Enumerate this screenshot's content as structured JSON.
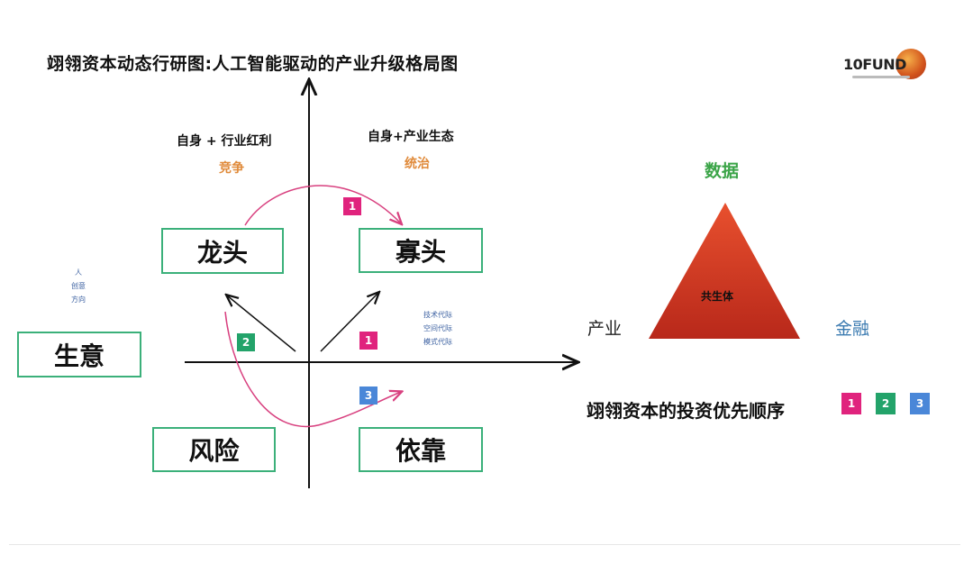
{
  "title": "翊翎资本动态行研图:人工智能驱动的产业升级格局图",
  "logo": {
    "text": "10FUND"
  },
  "quadrants": {
    "top_left": {
      "heading": "自身 + 行业红利",
      "sub": "竞争",
      "box": "龙头"
    },
    "top_right": {
      "heading": "自身+产业生态",
      "sub": "统治",
      "box": "寡头"
    },
    "bottom_left": {
      "box": "风险"
    },
    "bottom_right": {
      "box": "依靠"
    }
  },
  "left_box": "生意",
  "left_notes": [
    "人",
    "创意",
    "方向"
  ],
  "right_notes": [
    "技术代际",
    "空间代际",
    "模式代际"
  ],
  "badges": {
    "top": "1",
    "center": "1",
    "left": "2",
    "bottom": "3"
  },
  "triangle": {
    "top": "数据",
    "center": "共生体",
    "left": "产业",
    "right": "金融"
  },
  "legend": {
    "text": "翊翎资本的投资优先顺序",
    "items": [
      "1",
      "2",
      "3"
    ]
  },
  "colors": {
    "green_border": "#3bb07a",
    "pink": "#e0237d",
    "green": "#23a36a",
    "blue": "#4a87d8",
    "orange": "#e08a3a",
    "triangle": "#c8321c"
  }
}
